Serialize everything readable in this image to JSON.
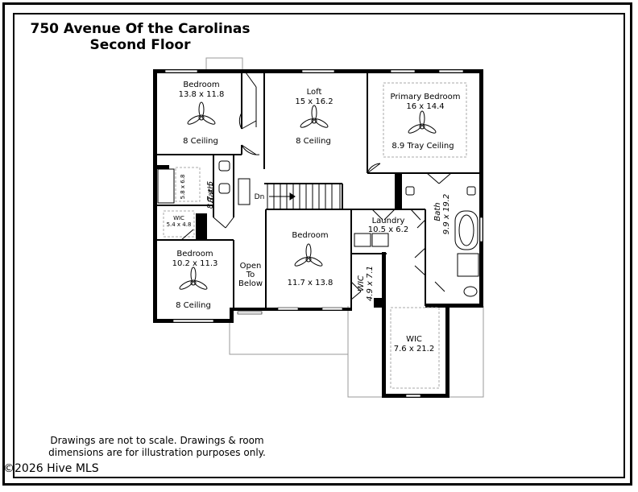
{
  "title": {
    "line1": "750 Avenue Of the Carolinas",
    "line2": "Second Floor"
  },
  "rooms": {
    "bedroom_nw": {
      "name": "Bedroom",
      "size": "13.8 x 11.8",
      "ceiling": "8 Ceiling"
    },
    "loft": {
      "name": "Loft",
      "size": "15 x 16.2",
      "ceiling": "8 Ceiling"
    },
    "primary_bedroom": {
      "name": "Primary Bedroom",
      "size": "16 x 14.4",
      "ceiling": "8.9 Tray Ceiling"
    },
    "bath_small": {
      "name": "Bath",
      "size": "8.7 x 5"
    },
    "closet_small": {
      "size": "5.8 x 6.8"
    },
    "wic_sw": {
      "name": "WIC",
      "size": "5.4 x 4.8"
    },
    "bedroom_sw": {
      "name": "Bedroom",
      "size": "10.2 x 11.3",
      "ceiling": "8 Ceiling"
    },
    "open_to_below": {
      "line1": "Open",
      "line2": "To",
      "line3": "Below"
    },
    "bedroom_center": {
      "name": "Bedroom",
      "size": "11.7 x 13.8"
    },
    "wic_center": {
      "name": "WIC",
      "size": "4.9 x 7.1"
    },
    "laundry": {
      "name": "Laundry",
      "size": "10.5 x 6.2"
    },
    "primary_bath": {
      "name": "Bath",
      "size": "9.9 x 19.2"
    },
    "wic_primary": {
      "name": "WIC",
      "size": "7.6 x 21.2"
    }
  },
  "stairs_label": "Dn",
  "disclaimer": "Drawings are not to scale. Drawings & room dimensions are for illustration purposes only.",
  "watermark": "©2026 Hive MLS"
}
